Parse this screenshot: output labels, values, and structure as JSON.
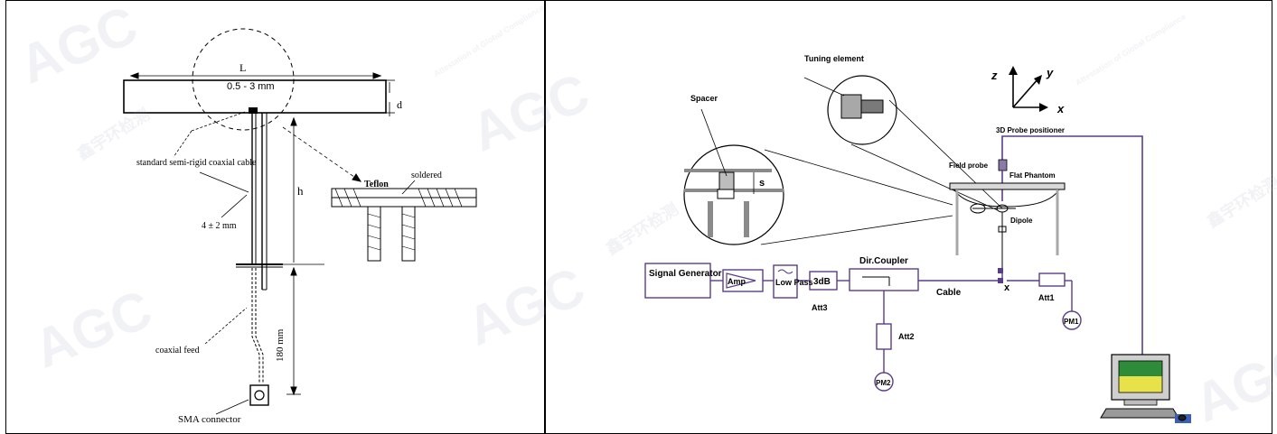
{
  "dipole_diagram": {
    "labels": {
      "length": "L",
      "gap": "0.5 - 3 mm",
      "thickness": "d",
      "height": "h",
      "cable": "standard semi-rigid coaxial cable",
      "diameter": "4 ± 2 mm",
      "teflon": "Teflon",
      "soldered": "soldered",
      "feed": "coaxial feed",
      "dimension": "180 mm",
      "connector": "SMA connector"
    }
  },
  "setup_diagram": {
    "labels": {
      "axis_z": "z",
      "axis_y": "y",
      "axis_x": "x",
      "tuning_element": "Tuning element",
      "spacer": "Spacer",
      "spacing": "s",
      "positioner": "3D Probe positioner",
      "field_probe": "Field probe",
      "flat_phantom": "Flat Phantom",
      "dipole": "Dipole",
      "signal_generator": "Signal Generator",
      "amp": "Amp",
      "low_pass": "Low Pass",
      "att_3db": "3dB",
      "att3": "Att3",
      "dir_coupler": "Dir.Coupler",
      "cable": "Cable",
      "junction": "x",
      "att1": "Att1",
      "pm1": "PM1",
      "att2": "Att2",
      "pm2": "PM2"
    },
    "colors": {
      "line": "#5a3d8a",
      "screen_top": "#2e8b3a",
      "screen_bottom": "#e8e24a"
    }
  },
  "watermark": {
    "logo": "AGC",
    "brand_cn": "鑫宇环检测",
    "tagline": "Attestation of Global Compliance"
  }
}
